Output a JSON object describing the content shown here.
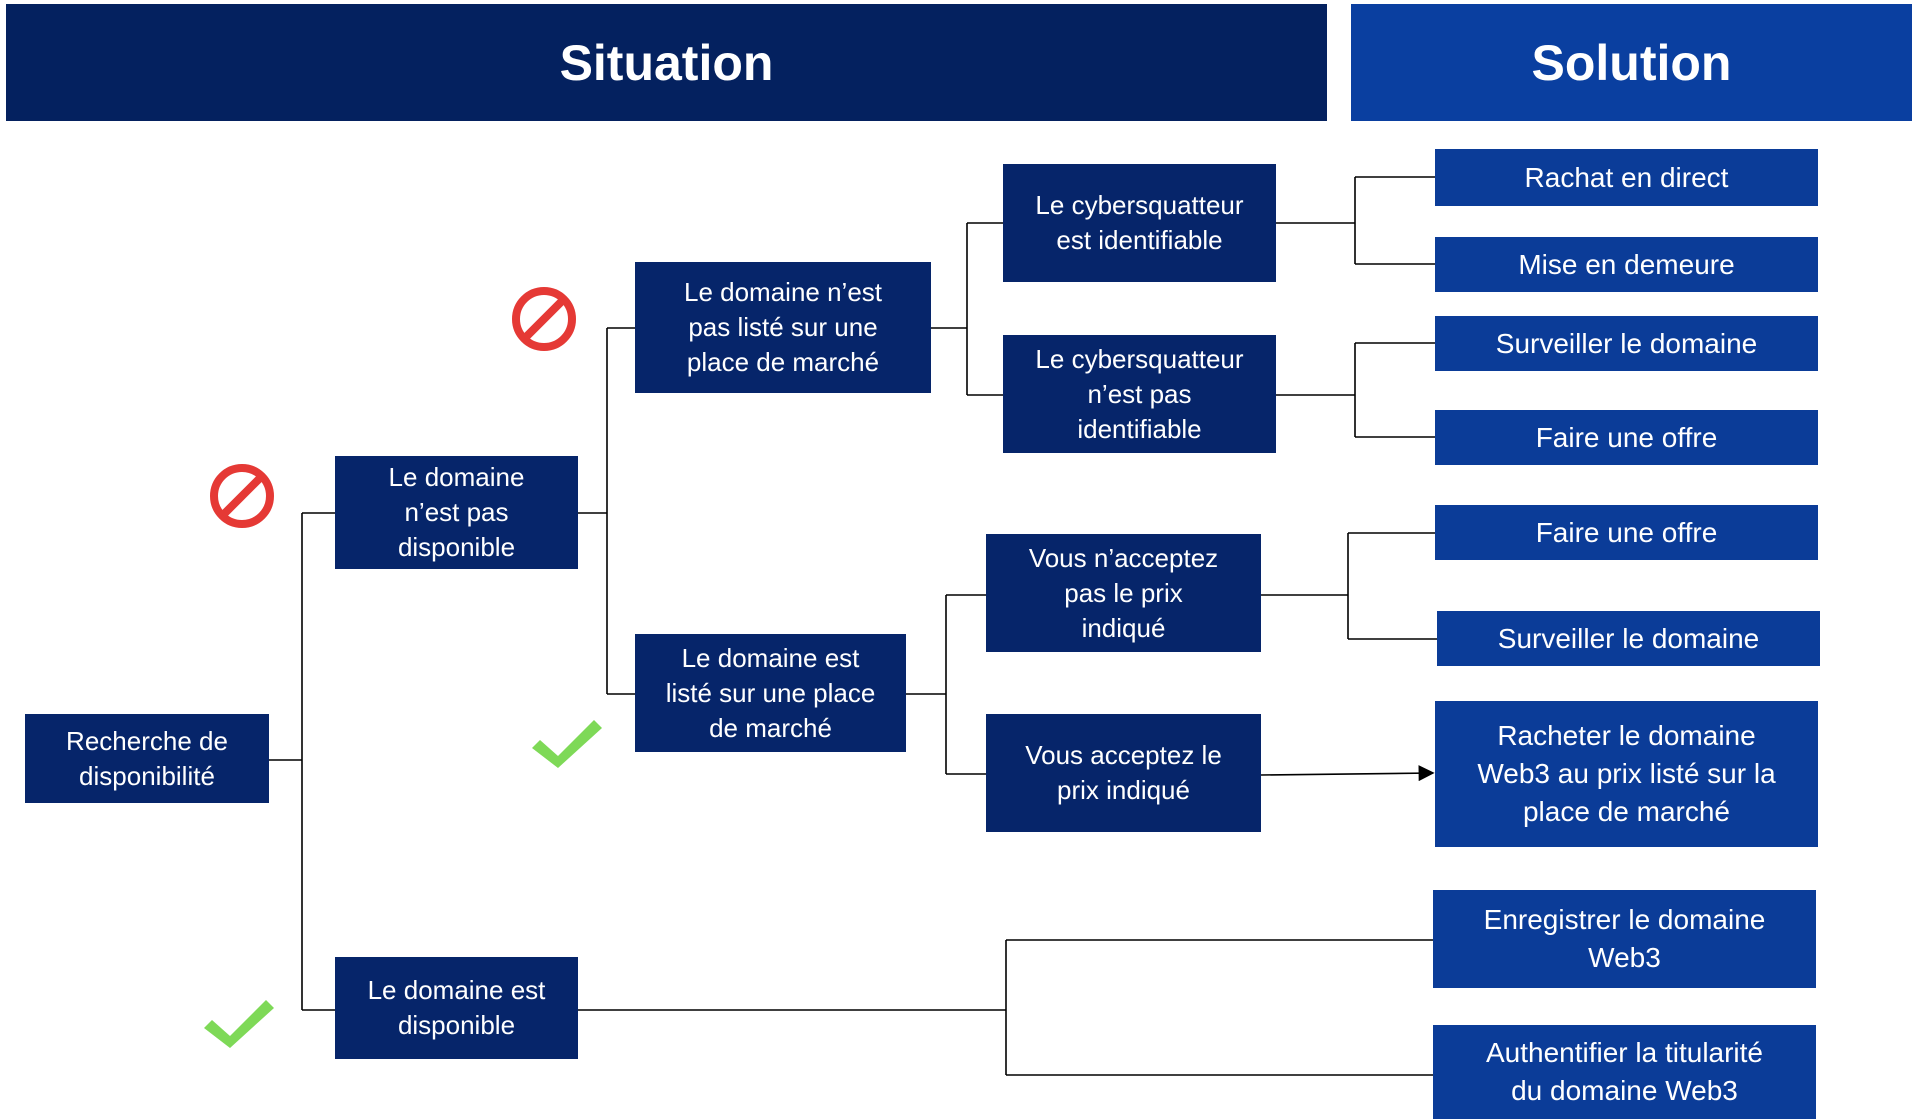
{
  "headers": {
    "situation": "Situation",
    "solution": "Solution"
  },
  "nodes": {
    "search": "Recherche de\ndisponibilité",
    "not_available": "Le domaine\nn’est pas\ndisponible",
    "available": "Le domaine est\ndisponible",
    "not_listed": "Le domaine n’est\npas listé sur une\nplace de marché",
    "listed": "Le domaine est\nlisté sur une place\nde marché",
    "squatter_identifiable": "Le cybersquatteur\nest identifiable",
    "squatter_not_identifiable": "Le cybersquatteur\nn’est pas\nidentifiable",
    "price_refused": "Vous n’acceptez\npas le prix\nindiqué",
    "price_accepted": "Vous acceptez le\nprix indiqué"
  },
  "solutions": {
    "direct_buyback": "Rachat en direct",
    "formal_notice": "Mise en demeure",
    "monitor_1": "Surveiller le domaine",
    "offer_1": "Faire une offre",
    "offer_2": "Faire une offre",
    "monitor_2": "Surveiller le domaine",
    "buy_listed": "Racheter le domaine\nWeb3 au prix listé sur la\nplace de marché",
    "register": "Enregistrer le domaine\nWeb3",
    "authenticate": "Authentifier la titularité\ndu domaine Web3"
  },
  "colors": {
    "header_situation": "#04215f",
    "header_solution": "#0a3fa0",
    "node": "#06256a",
    "solution": "#0b3c98",
    "forbidden": "#e53935",
    "check": "#7ed957"
  },
  "icons": [
    "forbidden-icon",
    "check-icon"
  ]
}
